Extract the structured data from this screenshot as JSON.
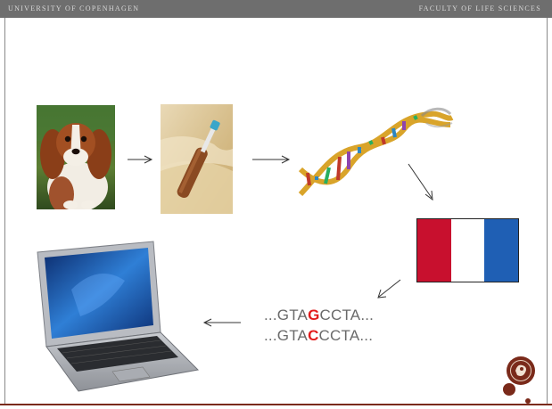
{
  "header": {
    "left": "UNIVERSITY OF COPENHAGEN",
    "right": "FACULTY OF LIFE SCIENCES"
  },
  "sequences": [
    {
      "prefix": "...GTA",
      "base": "G",
      "suffix": "CCTA..."
    },
    {
      "prefix": "...GTA",
      "base": "C",
      "suffix": "CCTA..."
    }
  ],
  "colors": {
    "highlight": "#e21b1b",
    "flag_red": "#c8102e",
    "flag_white": "#ffffff",
    "flag_blue": "#1f5fb4",
    "footer": "#7a2a1a"
  },
  "images": [
    "dog-photo",
    "swab-tube-photo",
    "dna-helix",
    "flag",
    "laptop",
    "university-seal"
  ]
}
